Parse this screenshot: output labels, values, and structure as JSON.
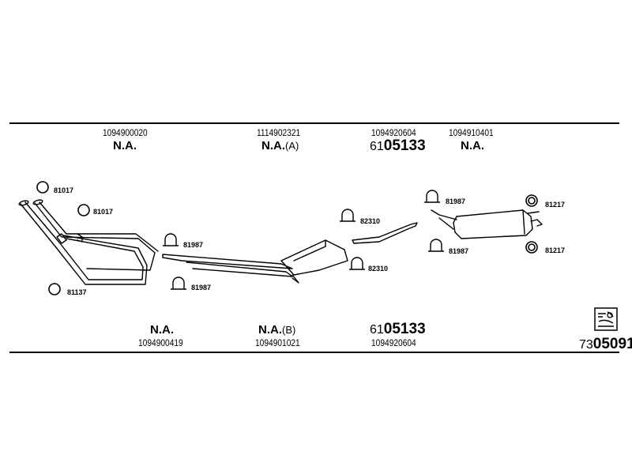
{
  "top_labels": [
    {
      "number": "1094900020",
      "status": "N.A.",
      "suffix": ""
    },
    {
      "number": "1114902321",
      "status": "N.A.",
      "suffix": "(A)"
    },
    {
      "number": "1094920604",
      "part_prefix": "61",
      "part_main": "05133"
    },
    {
      "number": "1094910401",
      "status": "N.A.",
      "suffix": ""
    }
  ],
  "bottom_labels": [
    {
      "number": "1094900419",
      "status": "N.A.",
      "suffix": ""
    },
    {
      "number": "1094901021",
      "status": "N.A.",
      "suffix": "(B)"
    },
    {
      "number": "1094920604",
      "part_prefix": "61",
      "part_main": "05133"
    }
  ],
  "part_codes": {
    "ring_top_left_1": "81017",
    "ring_top_left_2": "81017",
    "ring_bottom_left": "81137",
    "clamp_left_upper": "81987",
    "clamp_left_lower": "81987",
    "clamp_mid_upper": "82310",
    "clamp_mid_lower": "82310",
    "clamp_right_upper": "81987",
    "clamp_right_lower": "81987",
    "ring_right_upper": "81217",
    "ring_right_lower": "81217"
  },
  "diagram_id": {
    "prefix": "73",
    "main": "05091"
  },
  "icons": [
    "ring-gasket-icon",
    "pipe-clamp-icon",
    "catalog-logo-icon"
  ]
}
